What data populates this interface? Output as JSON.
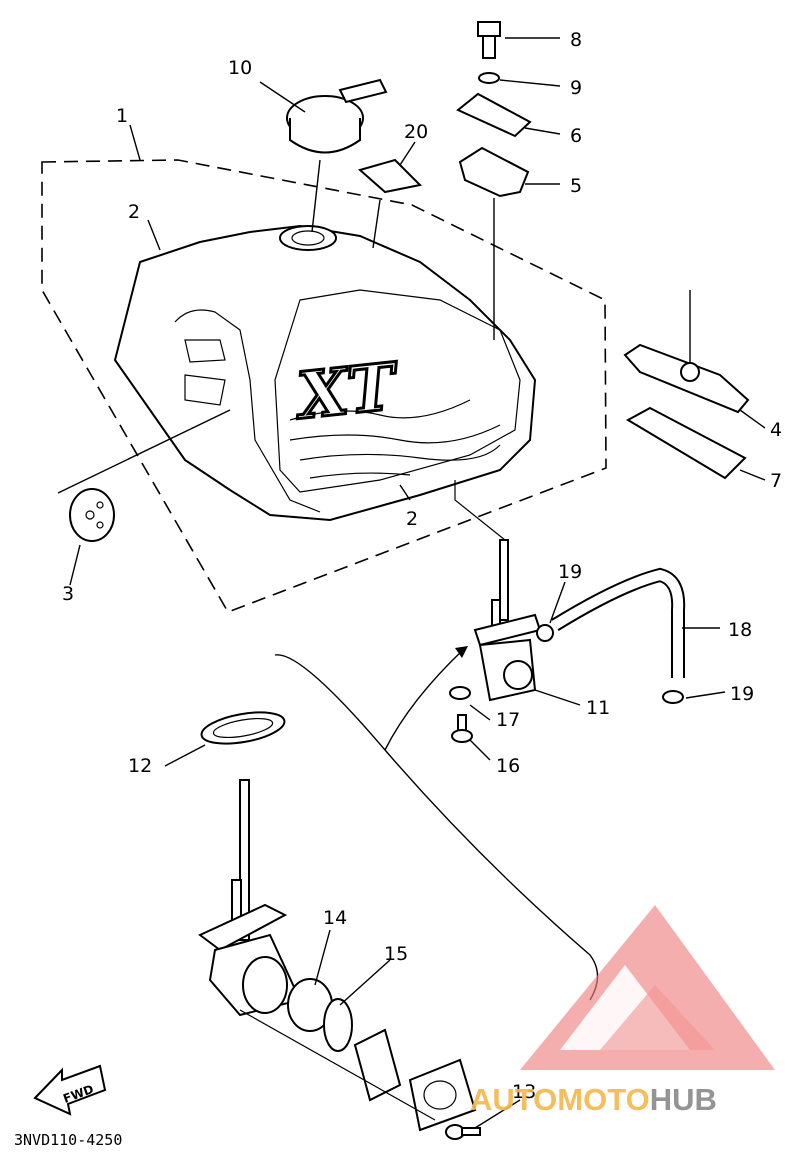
{
  "diagram": {
    "callouts": [
      "1",
      "2",
      "2",
      "3",
      "4",
      "5",
      "6",
      "7",
      "8",
      "9",
      "10",
      "11",
      "12",
      "13",
      "14",
      "15",
      "16",
      "17",
      "18",
      "19",
      "19",
      "20"
    ],
    "tank_emblem": "XT",
    "fwd_label": "FWD",
    "drawing_code": "3NVD110-4250"
  },
  "watermark": {
    "text_part1": "AUTOMOTO",
    "text_part2": "HUB",
    "colors": {
      "accent": "#f5b64a",
      "brand": "#f08080",
      "gray": "#888888"
    }
  }
}
